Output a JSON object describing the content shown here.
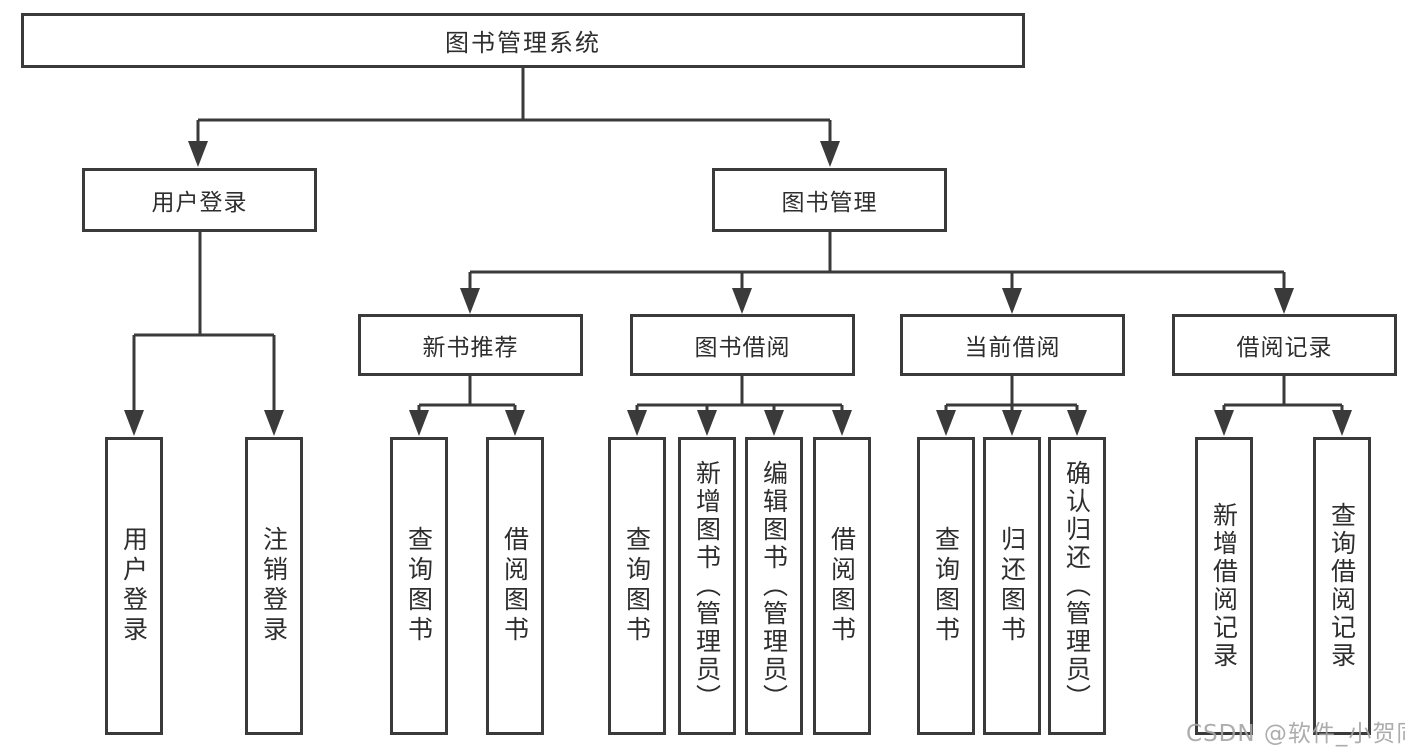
{
  "diagram": {
    "root": "图书管理系统",
    "branches": {
      "user_login": {
        "label": "用户登录",
        "children": {
          "login": "用户登录",
          "logout": "注销登录"
        }
      },
      "book_mgmt": {
        "label": "图书管理",
        "children": {
          "new_book": {
            "label": "新书推荐",
            "children": {
              "query": "查询图书",
              "borrow": "借阅图书"
            }
          },
          "book_borrow": {
            "label": "图书借阅",
            "children": {
              "query": "查询图书",
              "add": "新增图书（管理员）",
              "edit": "编辑图书（管理员）",
              "borrow": "借阅图书"
            }
          },
          "current_borrow": {
            "label": "当前借阅",
            "children": {
              "query": "查询图书",
              "return": "归还图书",
              "confirm": "确认归还（管理员）"
            }
          },
          "records": {
            "label": "借阅记录",
            "children": {
              "add": "新增借阅记录",
              "query": "查询借阅记录"
            }
          }
        }
      }
    },
    "watermark": "CSDN @软件_小贺同学",
    "colors": {
      "line": "#3a3a3a",
      "text": "#2e2e2e",
      "watermark": "#a4a4a4"
    }
  }
}
